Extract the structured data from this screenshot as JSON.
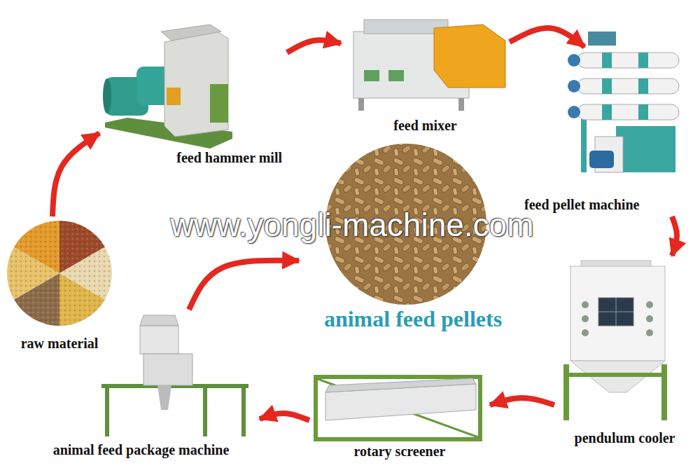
{
  "diagram": {
    "nodes": [
      {
        "text": [
          "raw material"
        ]
      },
      {
        "text": [
          "feed hammer mill"
        ]
      },
      {
        "text": [
          "feed mixer"
        ]
      },
      {
        "text": [
          "feed pellet machine"
        ]
      },
      {
        "text": [
          "pendulum cooler"
        ]
      },
      {
        "text": [
          "rotary screener"
        ]
      },
      {
        "text": [
          "animal feed package machine"
        ]
      },
      {
        "text": [
          "animal feed pellets"
        ]
      }
    ],
    "edges": [
      {
        "from": 0,
        "to": 1,
        "arrow": "to"
      },
      {
        "from": 1,
        "to": 2,
        "arrow": "to"
      },
      {
        "from": 2,
        "to": 3,
        "arrow": "to"
      },
      {
        "from": 3,
        "to": 4,
        "arrow": "to"
      },
      {
        "from": 4,
        "to": 5,
        "arrow": "to"
      },
      {
        "from": 5,
        "to": 6,
        "arrow": "to"
      },
      {
        "from": 6,
        "to": 7,
        "arrow": "to"
      }
    ],
    "labels": [
      "www.yongli-machine.com"
    ]
  }
}
